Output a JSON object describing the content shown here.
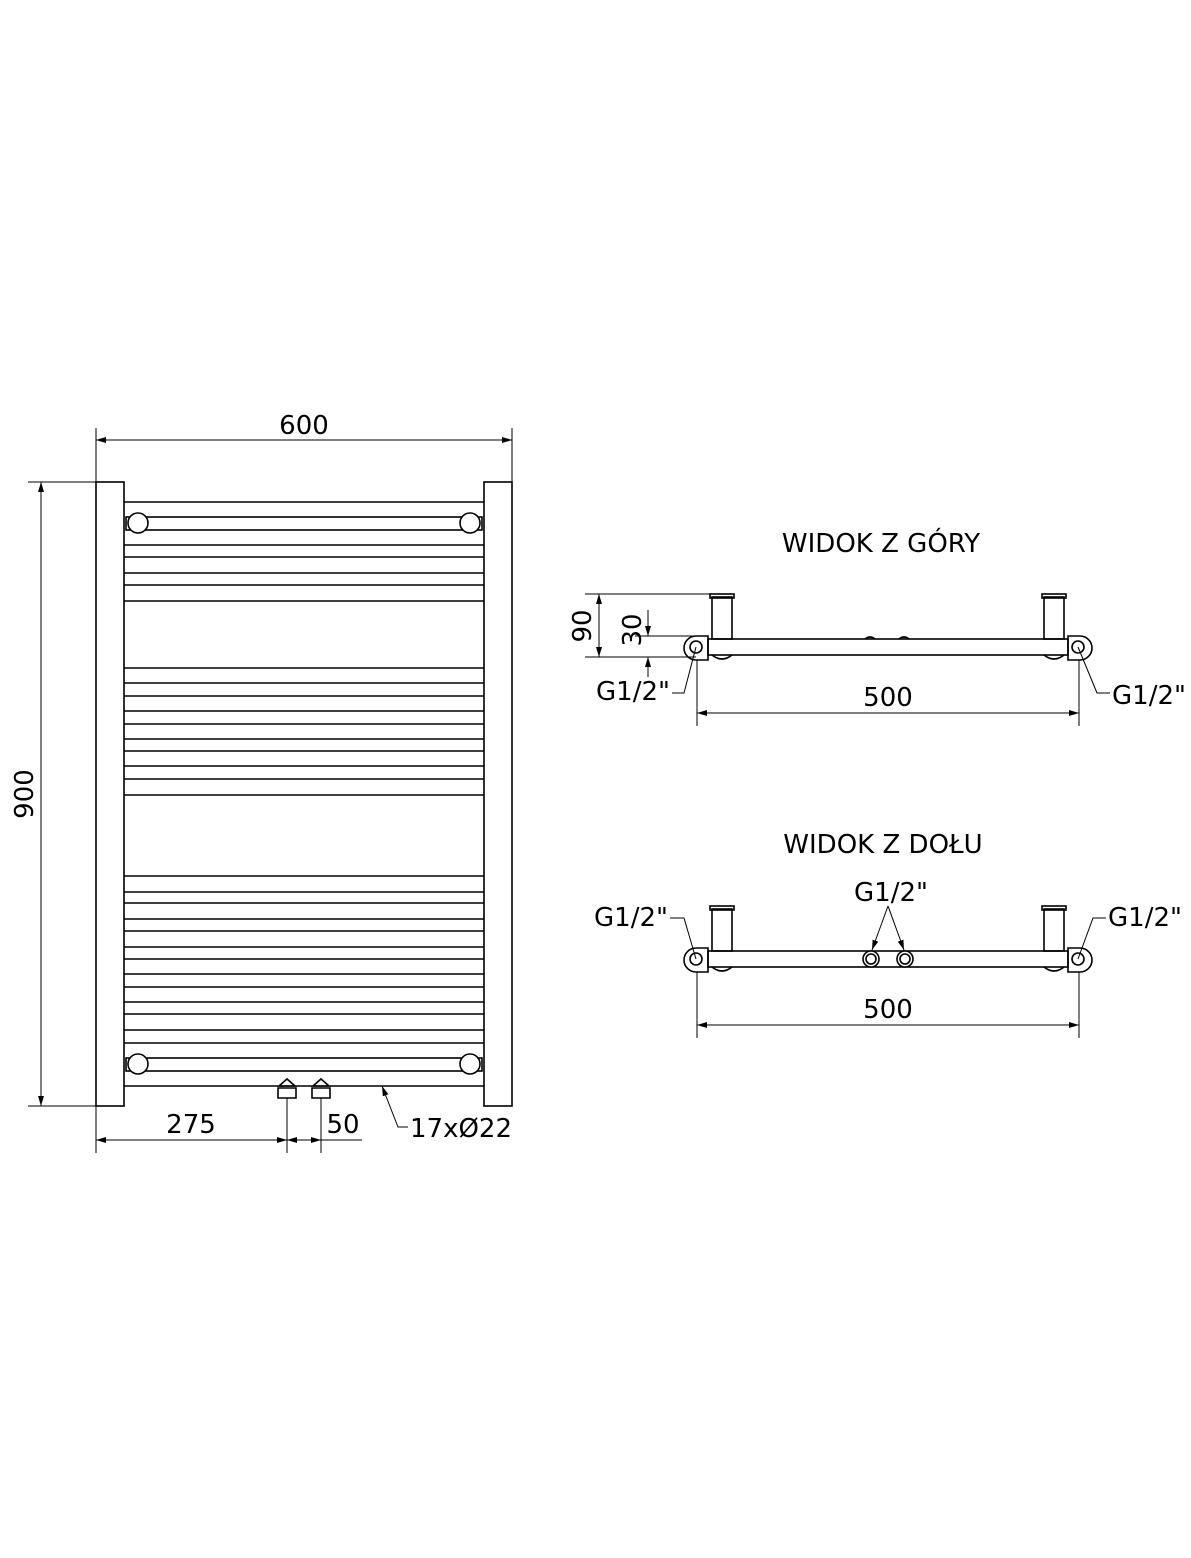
{
  "front_view": {
    "width_dim": "600",
    "height_dim": "900",
    "offset_dim": "275",
    "spacing_dim": "50",
    "tube_label": "17xØ22"
  },
  "top_view": {
    "title": "WIDOK Z GÓRY",
    "depth_dim": "90",
    "offset_dim": "30",
    "spacing_dim": "500",
    "left_conn": "G1/2\"",
    "right_conn": "G1/2\""
  },
  "bottom_view": {
    "title": "WIDOK Z DOŁU",
    "spacing_dim": "500",
    "left_conn": "G1/2\"",
    "center_conn": "G1/2\"",
    "right_conn": "G1/2\""
  }
}
